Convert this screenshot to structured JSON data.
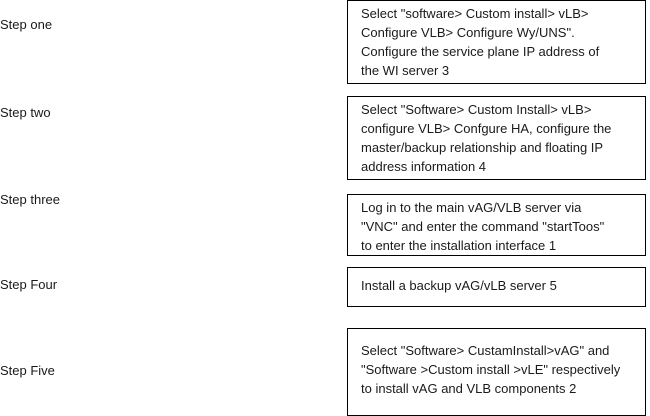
{
  "steps": [
    {
      "label": "Step one",
      "lines": [
        "Select \"software> Custom install> vLB>",
        "Configure VLB> Configure Wy/UNS\".",
        "Configure the service plane IP address of",
        "the WI server 3"
      ]
    },
    {
      "label": "Step two",
      "lines": [
        "Select \"Software> Custom Install> vLB>",
        "configure VLB> Confgure HA, configure the",
        "master/backup relationship and floating IP",
        "address information 4"
      ]
    },
    {
      "label": "Step three",
      "lines": [
        "Log in to the main vAG/VLB server via",
        "\"VNC\" and enter the command \"startToos\"",
        "to enter the installation interface 1"
      ]
    },
    {
      "label": "Step Four",
      "lines": [
        "Install a backup vAG/vLB server 5"
      ]
    },
    {
      "label": "Step Five",
      "lines": [
        "Select \"Software> CustamInstall>vAG\" and",
        "\"Software >Custom install >vLE\" respectively",
        "to install vAG and VLB components 2"
      ]
    }
  ]
}
